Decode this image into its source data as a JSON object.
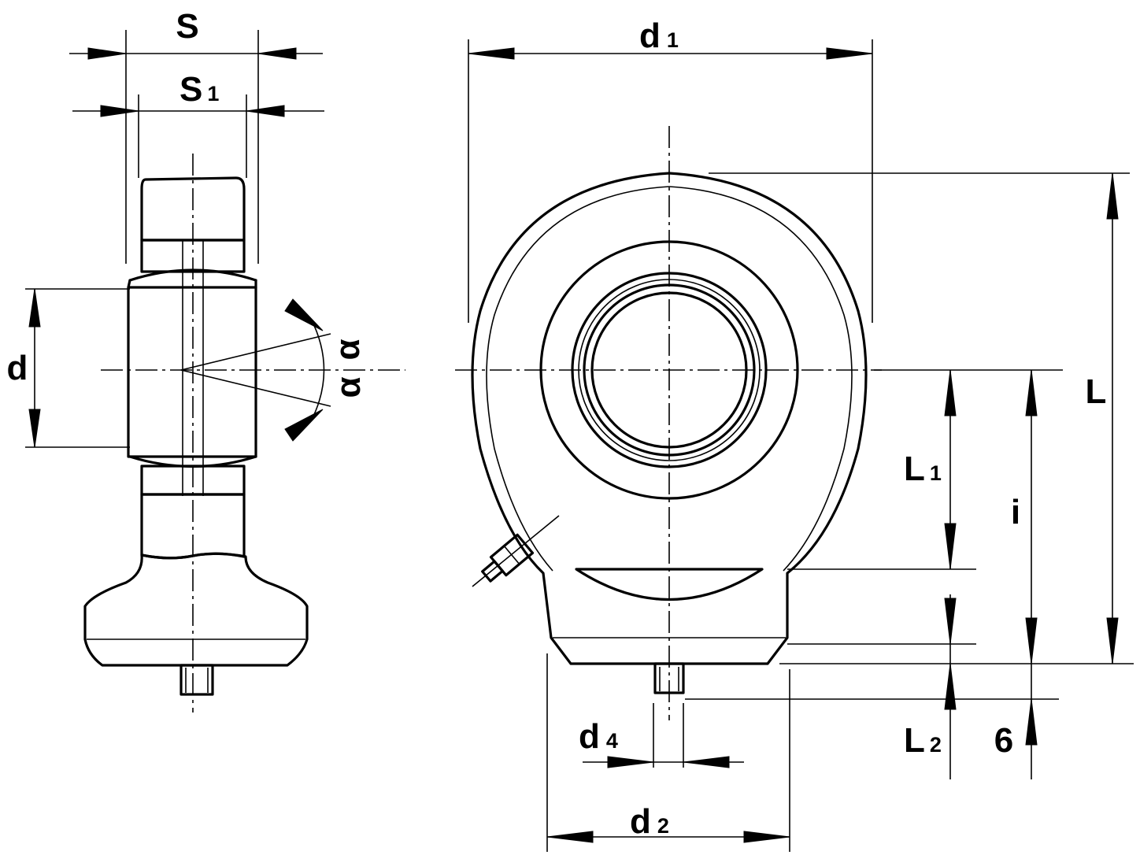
{
  "labels": {
    "S": "S",
    "S1": {
      "main": "S",
      "sub": "1"
    },
    "d": "d",
    "alpha_top": "α",
    "alpha_bottom": "α",
    "d1": {
      "main": "d",
      "sub": "1"
    },
    "L": "L",
    "L1": {
      "main": "L",
      "sub": "1"
    },
    "i": "i",
    "L2": {
      "main": "L",
      "sub": "2"
    },
    "six": "6",
    "d4": {
      "main": "d",
      "sub": "4"
    },
    "d2": {
      "main": "d",
      "sub": "2"
    }
  }
}
